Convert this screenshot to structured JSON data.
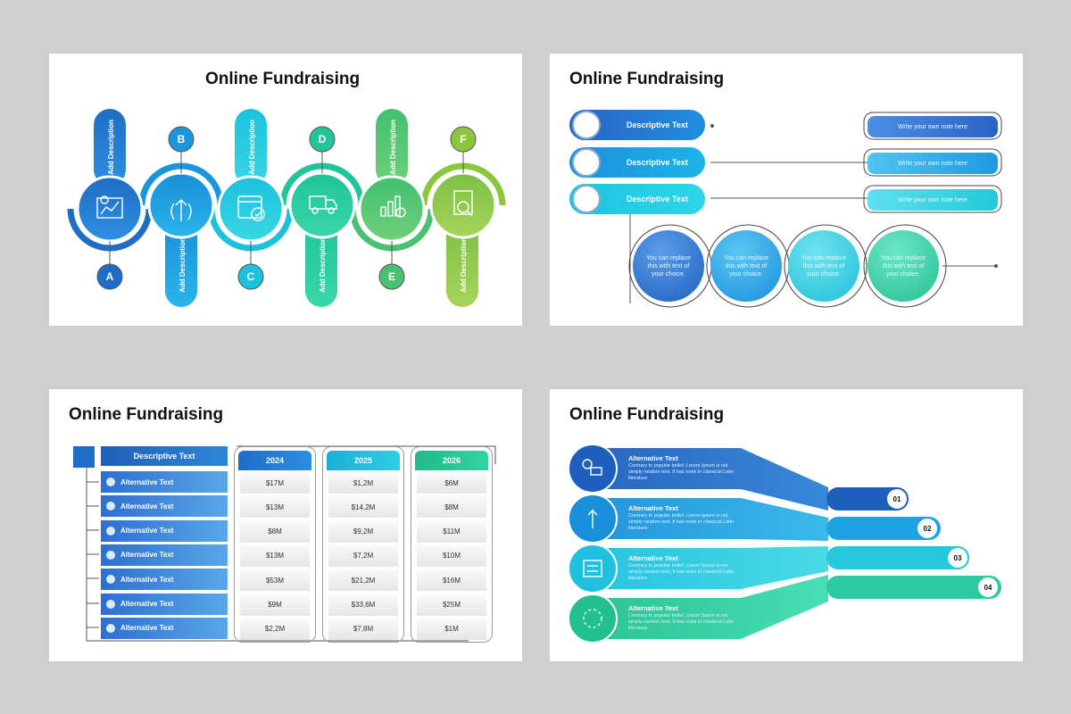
{
  "slides": [
    {
      "title": "Online Fundraising",
      "pill_label": "Add Description",
      "letters": [
        "A",
        "B",
        "C",
        "D",
        "E",
        "F"
      ],
      "icons": [
        "chart-board-icon",
        "directions-arrows-icon",
        "calendar-check-icon",
        "delivery-truck-icon",
        "growth-chart-icon",
        "document-search-icon"
      ]
    },
    {
      "title": "Online Fundraising",
      "rows": [
        "Descriptive Text",
        "Descriptive Text",
        "Descriptive Text"
      ],
      "notes": [
        "Write your own note here",
        "Write your own note here",
        "Write your own note here"
      ],
      "bubbles": [
        "You can replace this with text of your choice.",
        "You can replace this with text of your choice.",
        "You can replace this with text of your choice.",
        "You can replace this with text of your choice."
      ]
    },
    {
      "title": "Online Fundraising",
      "header": "Descriptive Text",
      "years": [
        "2024",
        "2025",
        "2026"
      ],
      "rows": [
        {
          "label": "Alternative Text",
          "values": [
            "$17M",
            "$1,2M",
            "$6M"
          ]
        },
        {
          "label": "Alternative Text",
          "values": [
            "$13M",
            "$14,2M",
            "$8M"
          ]
        },
        {
          "label": "Alternative Text",
          "values": [
            "$8M",
            "$9,2M",
            "$11M"
          ]
        },
        {
          "label": "Alternative Text",
          "values": [
            "$13M",
            "$7,2M",
            "$10M"
          ]
        },
        {
          "label": "Alternative Text",
          "values": [
            "$53M",
            "$21,2M",
            "$16M"
          ]
        },
        {
          "label": "Alternative Text",
          "values": [
            "$9M",
            "$33,6M",
            "$25M"
          ]
        },
        {
          "label": "Alternative Text",
          "values": [
            "$2,2M",
            "$7,8M",
            "$1M"
          ]
        }
      ]
    },
    {
      "title": "Online Fundraising",
      "items": [
        {
          "title": "Alternative Text",
          "desc": "Contrary to popular belief, Lorem Ipsum is not simply random text. It has roots in classical Latin literature",
          "num": "01"
        },
        {
          "title": "Alternative Text",
          "desc": "Contrary to popular belief, Lorem Ipsum is not simply random text. It has roots in classical Latin literature",
          "num": "02"
        },
        {
          "title": "Alternative Text",
          "desc": "Contrary to popular belief, Lorem Ipsum is not simply random text. It has roots in classical Latin literature",
          "num": "03"
        },
        {
          "title": "Alternative Text",
          "desc": "Contrary to popular belief, Lorem Ipsum is not simply random text. It has roots in classical Latin literature",
          "num": "04"
        }
      ]
    }
  ],
  "colors": {
    "blue": "#1f6fc4",
    "sky": "#1ba6e0",
    "cyan": "#22c9d8",
    "green": "#26c08a",
    "lime": "#8cc63f",
    "gray": "#cfcfcf"
  }
}
